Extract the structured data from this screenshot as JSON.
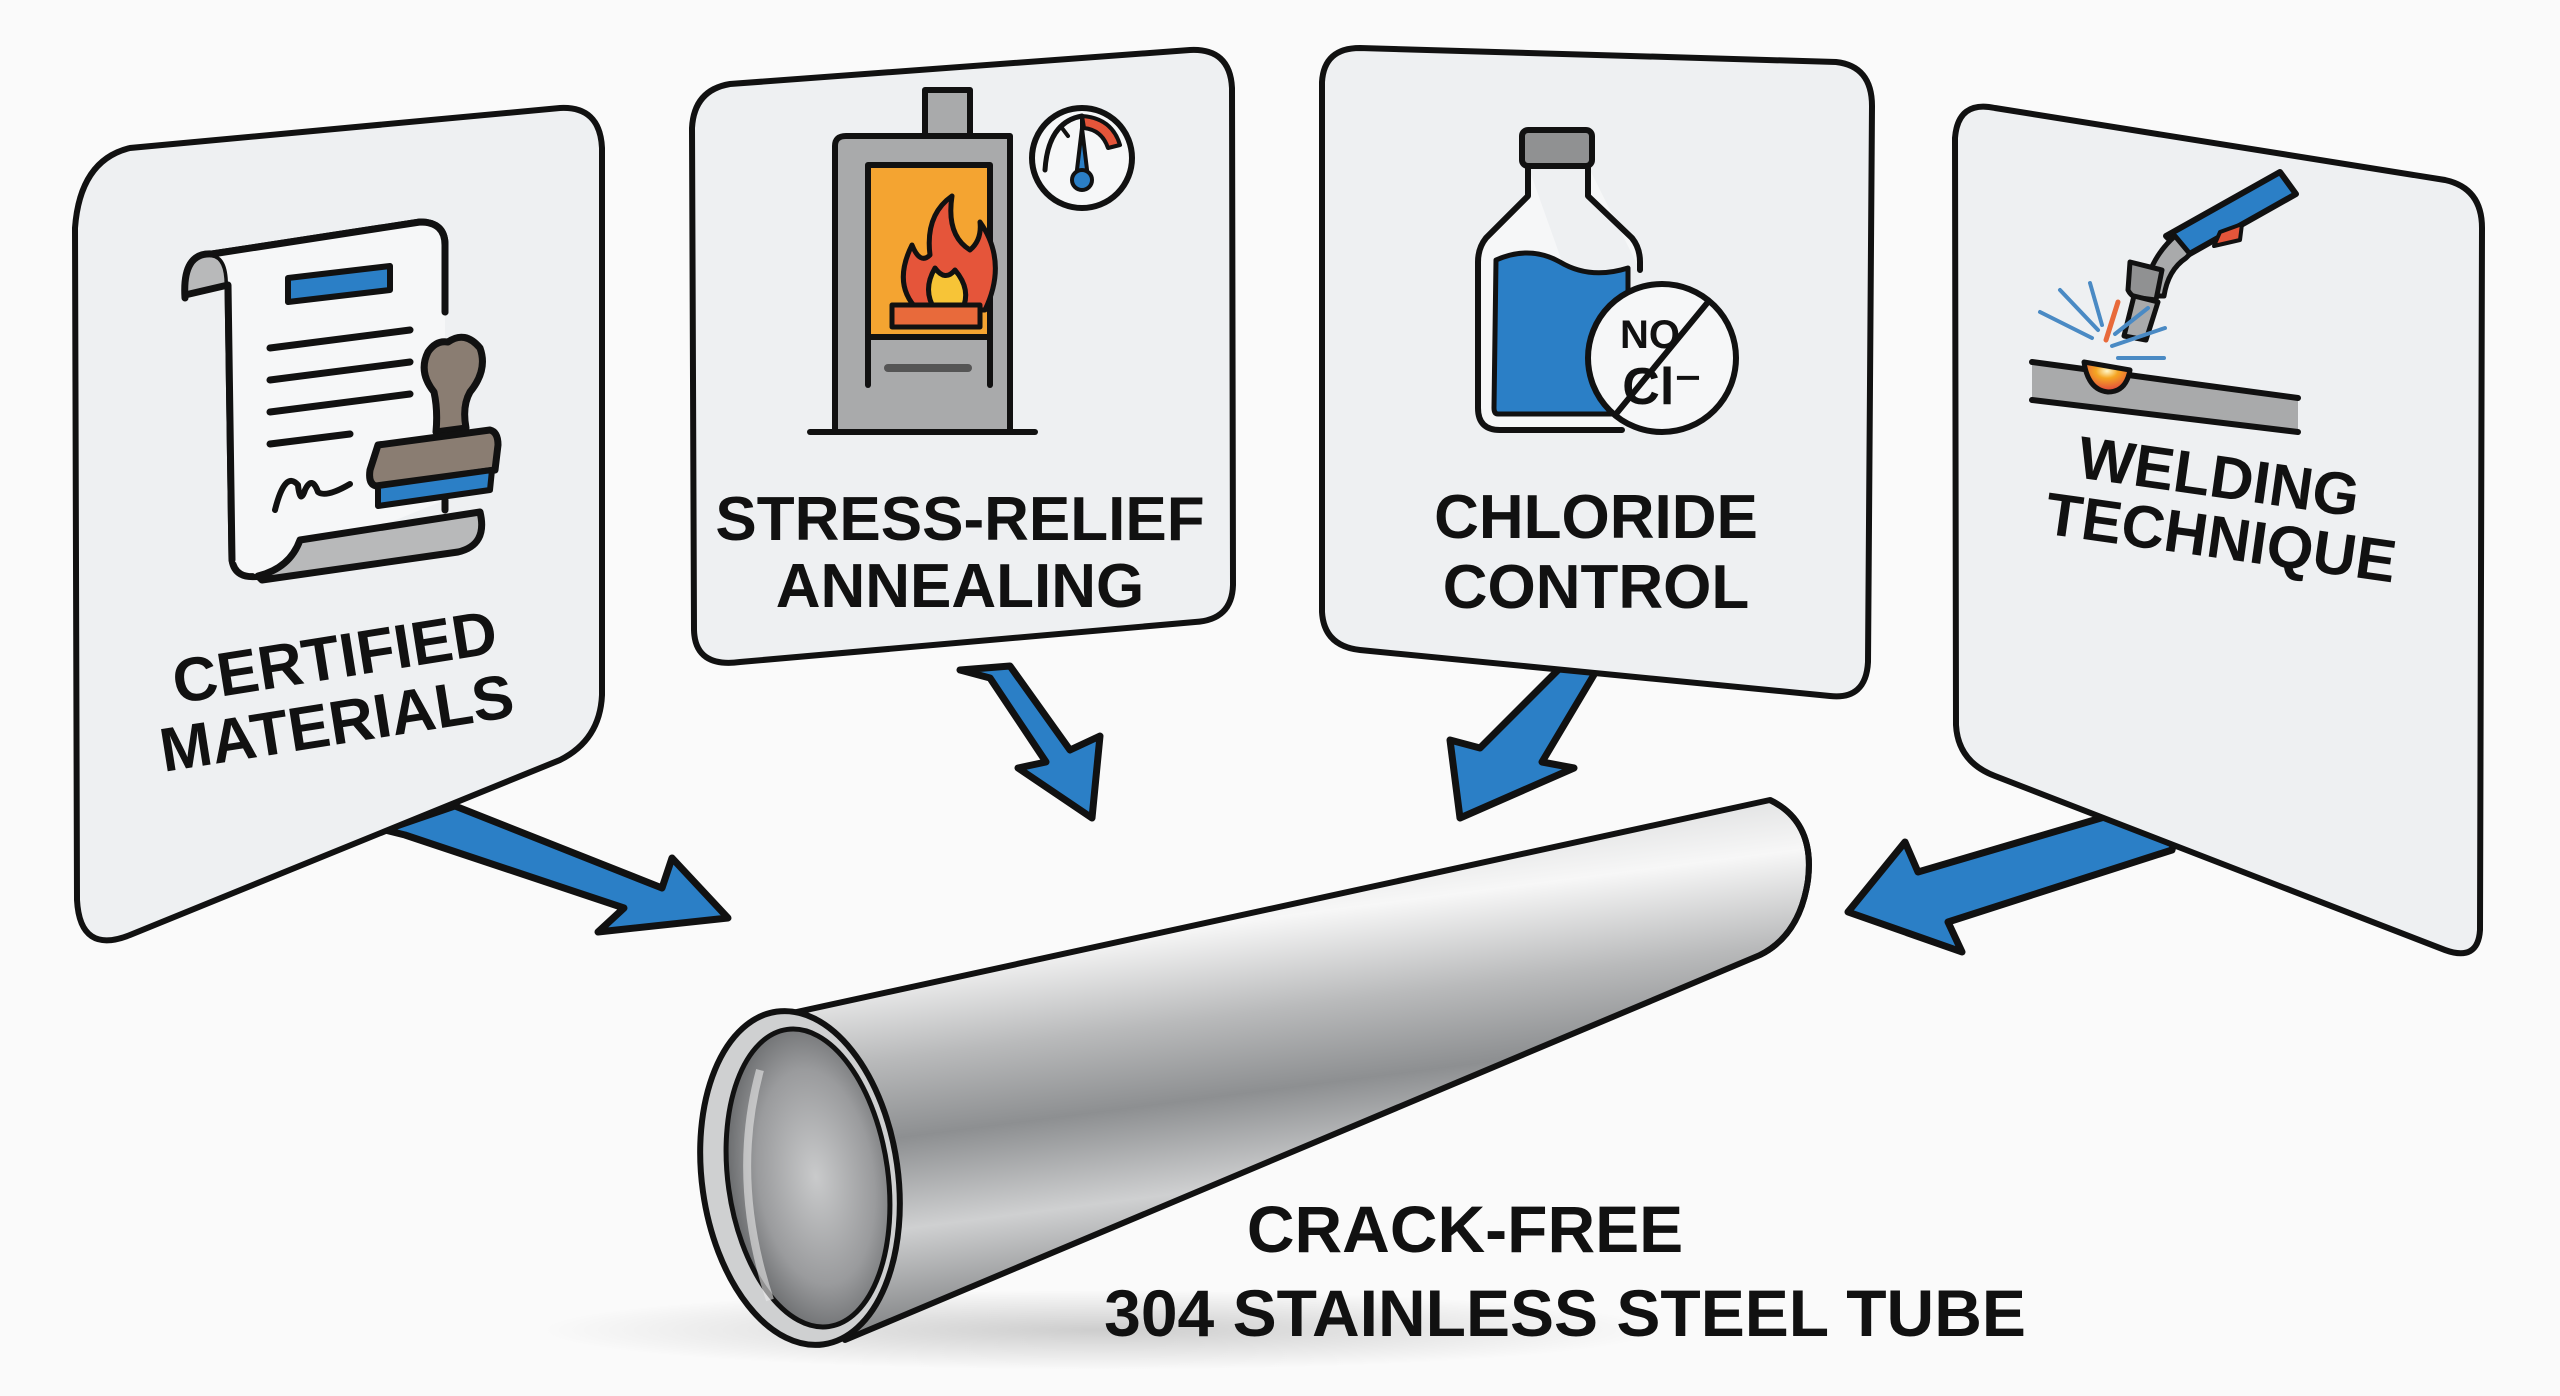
{
  "diagram": {
    "type": "infographic",
    "theme": "Preventing cracking in stainless steel tubing",
    "colors": {
      "background": "#fafafa",
      "panel_fill": "#eef0f2",
      "outline": "#111111",
      "accent_blue": "#2b7fc6",
      "flame_orange": "#f4a431",
      "flame_red": "#e5553a",
      "steel_gray": "#a9aaab"
    },
    "panels": [
      {
        "id": "certified",
        "line1": "CERTIFIED",
        "line2": "MATERIALS",
        "icon": "certificate-stamp-icon"
      },
      {
        "id": "annealing",
        "line1": "STRESS-RELIEF",
        "line2": "ANNEALING",
        "icon": "furnace-gauge-icon"
      },
      {
        "id": "chloride",
        "line1": "CHLORIDE",
        "line2": "CONTROL",
        "icon": "bottle-no-chloride-icon",
        "badge_top": "NO",
        "badge_bottom": "Cl⁻"
      },
      {
        "id": "welding",
        "line1": "WELDING",
        "line2": "TECHNIQUE",
        "icon": "welding-torch-icon"
      }
    ],
    "result": {
      "line1": "CRACK-FREE",
      "line2": "304 STAINLESS STEEL TUBE",
      "icon": "steel-tube-icon"
    },
    "arrows": [
      {
        "from": "certified",
        "to": "result"
      },
      {
        "from": "annealing",
        "to": "result"
      },
      {
        "from": "chloride",
        "to": "result"
      },
      {
        "from": "welding",
        "to": "result"
      }
    ]
  }
}
